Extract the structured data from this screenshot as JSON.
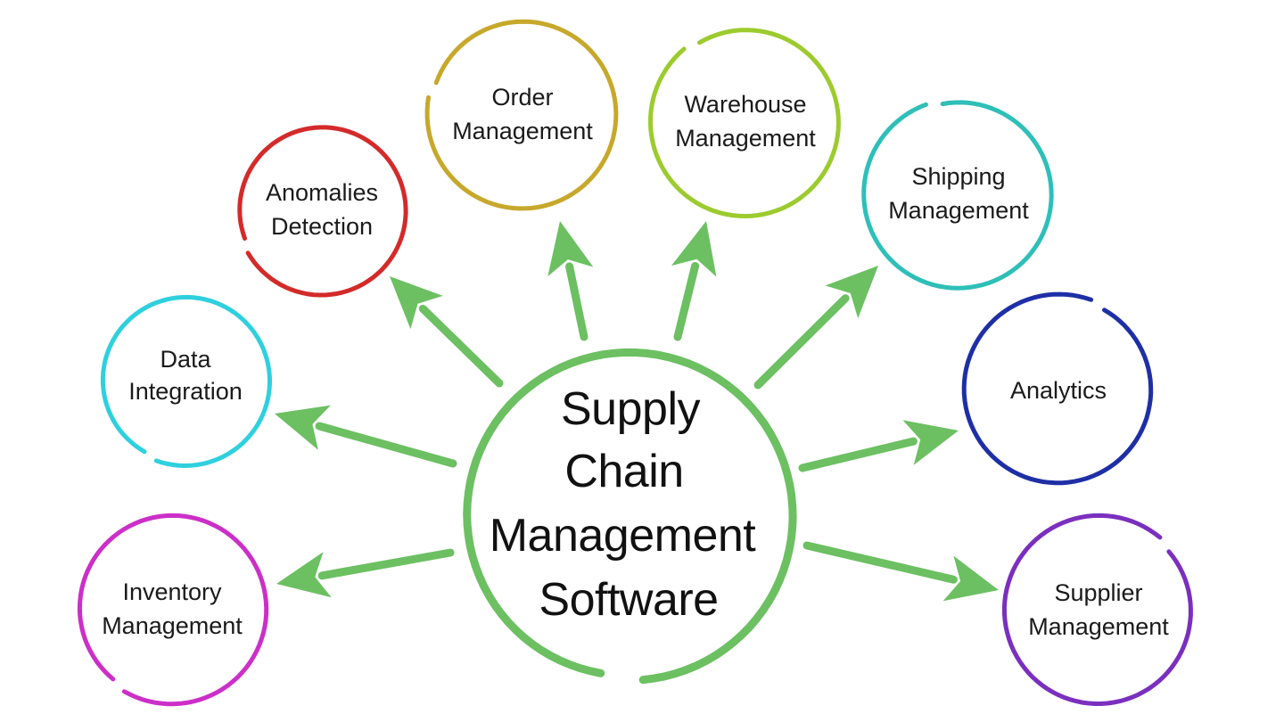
{
  "hub": {
    "lines": [
      "Supply",
      "Chain",
      "Management",
      "Software"
    ],
    "color": "#6cc062"
  },
  "arrow_color": "#6cc062",
  "nodes": [
    {
      "key": "order",
      "lines": [
        "Order",
        "Management"
      ],
      "color": "#c7a82b"
    },
    {
      "key": "warehouse",
      "lines": [
        "Warehouse",
        "Management"
      ],
      "color": "#9ccb2e"
    },
    {
      "key": "shipping",
      "lines": [
        "Shipping",
        "Management"
      ],
      "color": "#2ebfb8"
    },
    {
      "key": "analytics",
      "lines": [
        "Analytics"
      ],
      "color": "#1e2fa6"
    },
    {
      "key": "supplier",
      "lines": [
        "Supplier",
        "Management"
      ],
      "color": "#7b2fbf"
    },
    {
      "key": "inventory",
      "lines": [
        "Inventory",
        "Management"
      ],
      "color": "#cc2fc8"
    },
    {
      "key": "data",
      "lines": [
        "Data",
        "Integration"
      ],
      "color": "#2fd0de"
    },
    {
      "key": "anomalies",
      "lines": [
        "Anomalies",
        "Detection"
      ],
      "color": "#d42a2a"
    }
  ]
}
